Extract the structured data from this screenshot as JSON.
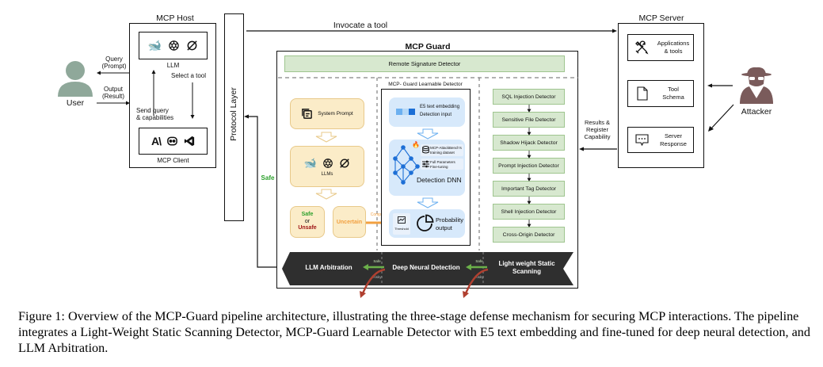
{
  "host": {
    "title": "MCP Host",
    "llm_label": "LLM",
    "client_label": "MCP Client",
    "send_query": "Send query\n& capabilities",
    "select_tool": "Select a tool",
    "llm_icons": [
      "deepseek-icon",
      "openai-icon",
      "grok-icon"
    ],
    "client_icons": [
      "anthropic-icon",
      "copilot-icon",
      "vscode-icon"
    ]
  },
  "user": {
    "label": "User",
    "query": "Query\n(Prompt)",
    "output": "Output\n(Result)"
  },
  "protocol_layer": "Protocol Layer",
  "invocate": "Invocate a tool",
  "safe_label": "Safe",
  "guard": {
    "title": "MCP Guard",
    "remote_signature": "Remote Signature Detector",
    "llm_stage": {
      "system_prompt": "System Prompt",
      "llms": "LLMs",
      "safe": "Safe",
      "or": "or",
      "unsafe": "Unsafe",
      "uncertain": "Uncertain",
      "compare": "Compare"
    },
    "learnable": {
      "title": "MCP- Guard Learnable Detector",
      "embedding_line1": "E5 text embedding",
      "embedding_line2": "Detection input",
      "dataset_line1": "MCP-AttackBench's",
      "dataset_line2": "training dataset",
      "finetune_line1": "Full Parameters",
      "finetune_line2": "Fine-tuning",
      "dnn": "Detection DNN",
      "threshold": "Threshold",
      "probability_line1": "Probability",
      "probability_line2": "output"
    },
    "static_detectors": [
      "SQL Injection Detector",
      "Sensitive File Detector",
      "Shadow Hijack Detector",
      "Prompt Injection Detector",
      "Important Tag Detector",
      "Shell Injection Detector",
      "Cross-Origin Detector"
    ],
    "pipeline": {
      "stage1": "LLM Arbitration",
      "stage2": "Deep Neural Detection",
      "stage3_line1": "Light weight Static",
      "stage3_line2": "Scanning",
      "safe": "Safe",
      "risky": "Risky"
    }
  },
  "server": {
    "title": "MCP Server",
    "apps_line1": "Applications",
    "apps_line2": "& tools",
    "schema_line1": "Tool",
    "schema_line2": "Schema",
    "response_line1": "Server",
    "response_line2": "Response",
    "results_line1": "Results &",
    "results_line2": "Register",
    "results_line3": "Capability"
  },
  "attacker": {
    "label": "Attacker"
  },
  "colors": {
    "user": "#8fa89a",
    "attacker": "#7a5b5b",
    "green_fill": "#d7e8cf",
    "yellow_fill": "#fbecc8",
    "blue_fill": "#d7e9fb",
    "safe_green": "#2ca02c",
    "unsafe_red": "#a01818",
    "uncertain_orange": "#f2a040",
    "banner": "#2f2f2f",
    "risky_red": "#b04030"
  },
  "caption": "Figure 1: Overview of the MCP-Guard pipeline architecture, illustrating the three-stage defense mechanism for securing MCP interactions. The pipeline integrates a Light-Weight Static Scanning Detector, MCP-Guard Learnable Detector with E5 text embedding and fine-tuned for deep neural detection, and LLM Arbitration."
}
